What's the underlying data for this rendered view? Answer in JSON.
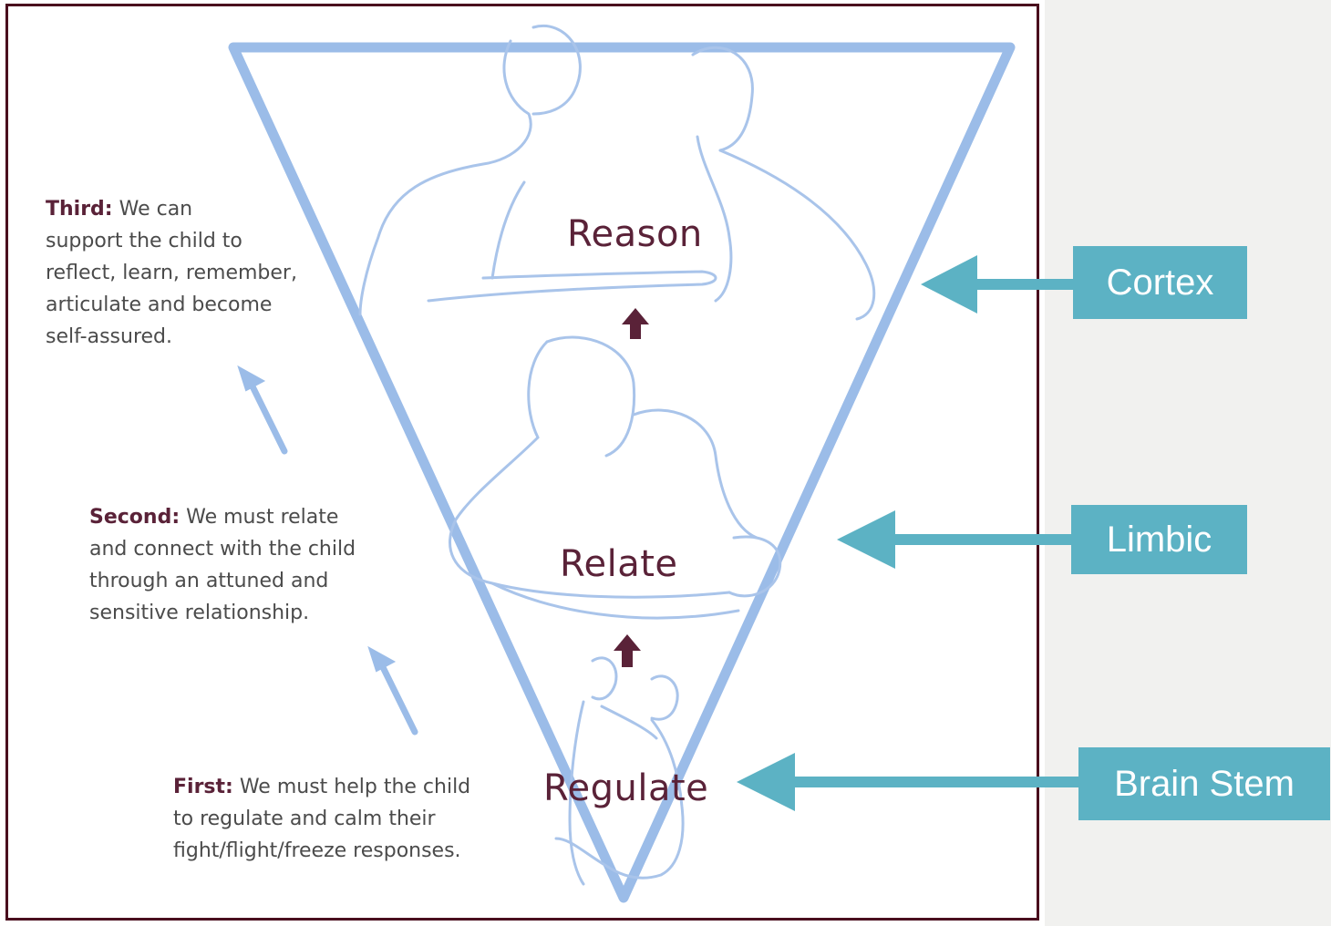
{
  "stages": {
    "reason": "Reason",
    "relate": "Relate",
    "regulate": "Regulate"
  },
  "descriptions": {
    "third": {
      "lead": "Third:",
      "l1": " We can",
      "l2": "support the child to",
      "l3": "reflect, learn, remember,",
      "l4": "articulate and become",
      "l5": "self-assured."
    },
    "second": {
      "lead": "Second:",
      "l1": " We must relate",
      "l2": "and connect with the child",
      "l3": "through an attuned and",
      "l4": "sensitive relationship."
    },
    "first": {
      "lead": "First:",
      "l1": " We must help the child",
      "l2": "to regulate and calm their",
      "l3": "fight/flight/freeze responses."
    }
  },
  "regions": {
    "cortex": "Cortex",
    "limbic": "Limbic",
    "brain_stem": "Brain Stem"
  },
  "colors": {
    "triangle": "#9bbce8",
    "figure_line": "#a9c4ea",
    "maroon": "#5a2238",
    "region_box": "#5cb2c4",
    "panel": "#f1f1ef"
  }
}
